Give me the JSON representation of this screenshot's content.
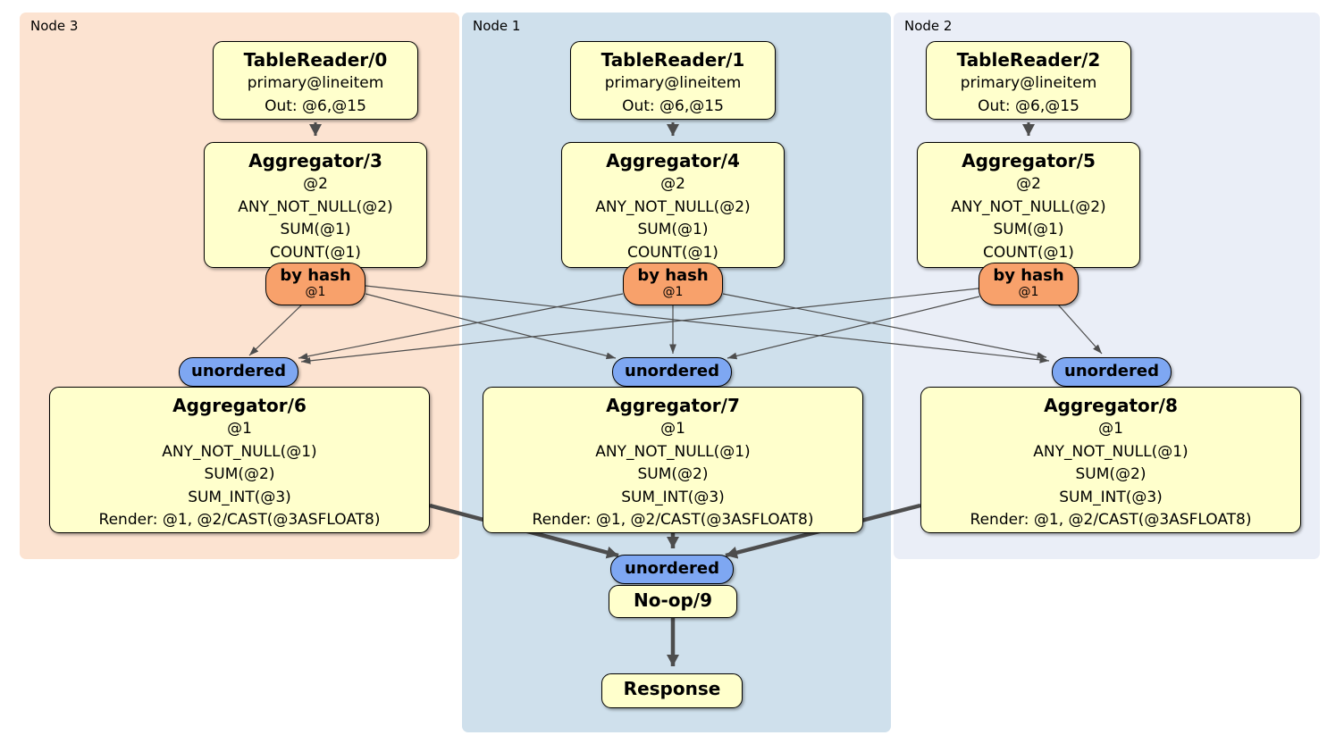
{
  "colors": {
    "region3-bg": "#fce3d1",
    "region1-bg": "#cfe0ec",
    "region2-bg": "#eaeef7",
    "box-fill": "#ffffcc",
    "router-fill": "#f8a16b",
    "sync-fill": "#7ea7f2",
    "edge": "#4d4d4d"
  },
  "regions": {
    "node3": {
      "label": "Node 3"
    },
    "node1": {
      "label": "Node 1"
    },
    "node2": {
      "label": "Node 2"
    }
  },
  "processors": {
    "tr0": {
      "title": "TableReader/0",
      "lines": [
        "primary@lineitem",
        "Out: @6,@15"
      ]
    },
    "tr1": {
      "title": "TableReader/1",
      "lines": [
        "primary@lineitem",
        "Out: @6,@15"
      ]
    },
    "tr2": {
      "title": "TableReader/2",
      "lines": [
        "primary@lineitem",
        "Out: @6,@15"
      ]
    },
    "agg3": {
      "title": "Aggregator/3",
      "lines": [
        "@2",
        "ANY_NOT_NULL(@2)",
        "SUM(@1)",
        "COUNT(@1)"
      ]
    },
    "agg4": {
      "title": "Aggregator/4",
      "lines": [
        "@2",
        "ANY_NOT_NULL(@2)",
        "SUM(@1)",
        "COUNT(@1)"
      ]
    },
    "agg5": {
      "title": "Aggregator/5",
      "lines": [
        "@2",
        "ANY_NOT_NULL(@2)",
        "SUM(@1)",
        "COUNT(@1)"
      ]
    },
    "agg6": {
      "title": "Aggregator/6",
      "lines": [
        "@1",
        "ANY_NOT_NULL(@1)",
        "SUM(@2)",
        "SUM_INT(@3)",
        "Render: @1, @2/CAST(@3ASFLOAT8)"
      ]
    },
    "agg7": {
      "title": "Aggregator/7",
      "lines": [
        "@1",
        "ANY_NOT_NULL(@1)",
        "SUM(@2)",
        "SUM_INT(@3)",
        "Render: @1, @2/CAST(@3ASFLOAT8)"
      ]
    },
    "agg8": {
      "title": "Aggregator/8",
      "lines": [
        "@1",
        "ANY_NOT_NULL(@1)",
        "SUM(@2)",
        "SUM_INT(@3)",
        "Render: @1, @2/CAST(@3ASFLOAT8)"
      ]
    },
    "noop": {
      "title": "No-op/9"
    },
    "response": {
      "title": "Response"
    }
  },
  "routers": {
    "label": "by hash",
    "detail": "@1"
  },
  "syncs": {
    "label": "unordered"
  }
}
